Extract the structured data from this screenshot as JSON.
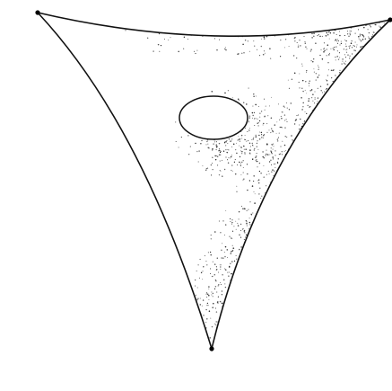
{
  "figure": {
    "description_visible_text": "",
    "colors": {
      "background": "#ffffff",
      "stroke": "#111111",
      "stipple": "#1a1a1a",
      "vertex": "#000000"
    },
    "shape": "curved-triangle",
    "vertices": 3,
    "hole": "ellipse",
    "shading": "stippled"
  }
}
